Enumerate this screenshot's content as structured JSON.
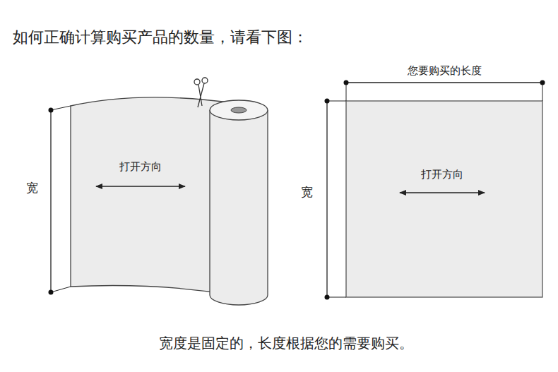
{
  "diagram": {
    "title": "如何正确计算购买产品的数量，请看下图：",
    "caption": "宽度是固定的，长度根据您的需要购买。",
    "nodes": [
      {
        "text": [
          "打开方向"
        ]
      },
      {
        "text": [
          "打开方向"
        ]
      }
    ],
    "labels": [
      "宽",
      "您要购买的长度",
      "宽"
    ]
  }
}
